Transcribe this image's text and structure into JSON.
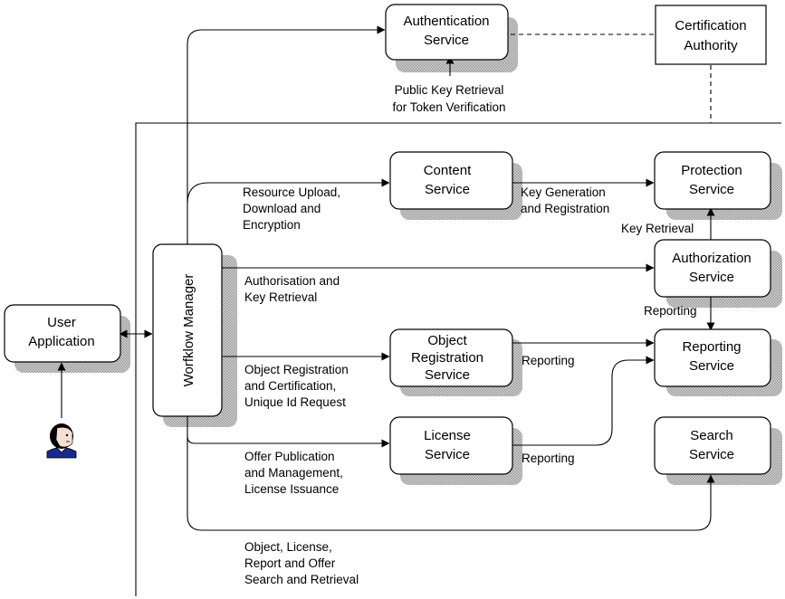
{
  "nodes": {
    "auth": [
      "Authentication",
      "Service"
    ],
    "ca": [
      "Certification",
      "Authority"
    ],
    "content": [
      "Content",
      "Service"
    ],
    "protection": [
      "Protection",
      "Service"
    ],
    "authorization": [
      "Authorization",
      "Service"
    ],
    "object_registration": [
      "Object",
      "Registration",
      "Service"
    ],
    "reporting": [
      "Reporting",
      "Service"
    ],
    "license": [
      "License",
      "Service"
    ],
    "search": [
      "Search",
      "Service"
    ],
    "user_app": [
      "User",
      "Application"
    ],
    "workflow": "Worfklow Manager"
  },
  "edges": {
    "public_key": [
      "Public Key Retrieval",
      "for Token Verification"
    ],
    "resource_upload": [
      "Resource Upload,",
      "Download and",
      "Encryption"
    ],
    "key_generation": [
      "Key Generation",
      "and Registration"
    ],
    "key_retrieval": "Key Retrieval",
    "authorisation": [
      "Authorisation and",
      "Key Retrieval"
    ],
    "reporting_auth": "Reporting",
    "object_reg": [
      "Object Registration",
      "and Certification,",
      "Unique Id Request"
    ],
    "reporting_obj": "Reporting",
    "offer_pub": [
      "Offer Publication",
      "and Management,",
      "License Issuance"
    ],
    "reporting_lic": "Reporting",
    "search_ret": [
      "Object, License,",
      "Report and Offer",
      "Search and Retrieval"
    ]
  },
  "colors": {
    "shadow": "#a8a8a8",
    "line": "#000000"
  },
  "icons": {
    "user": "user-person-icon"
  }
}
